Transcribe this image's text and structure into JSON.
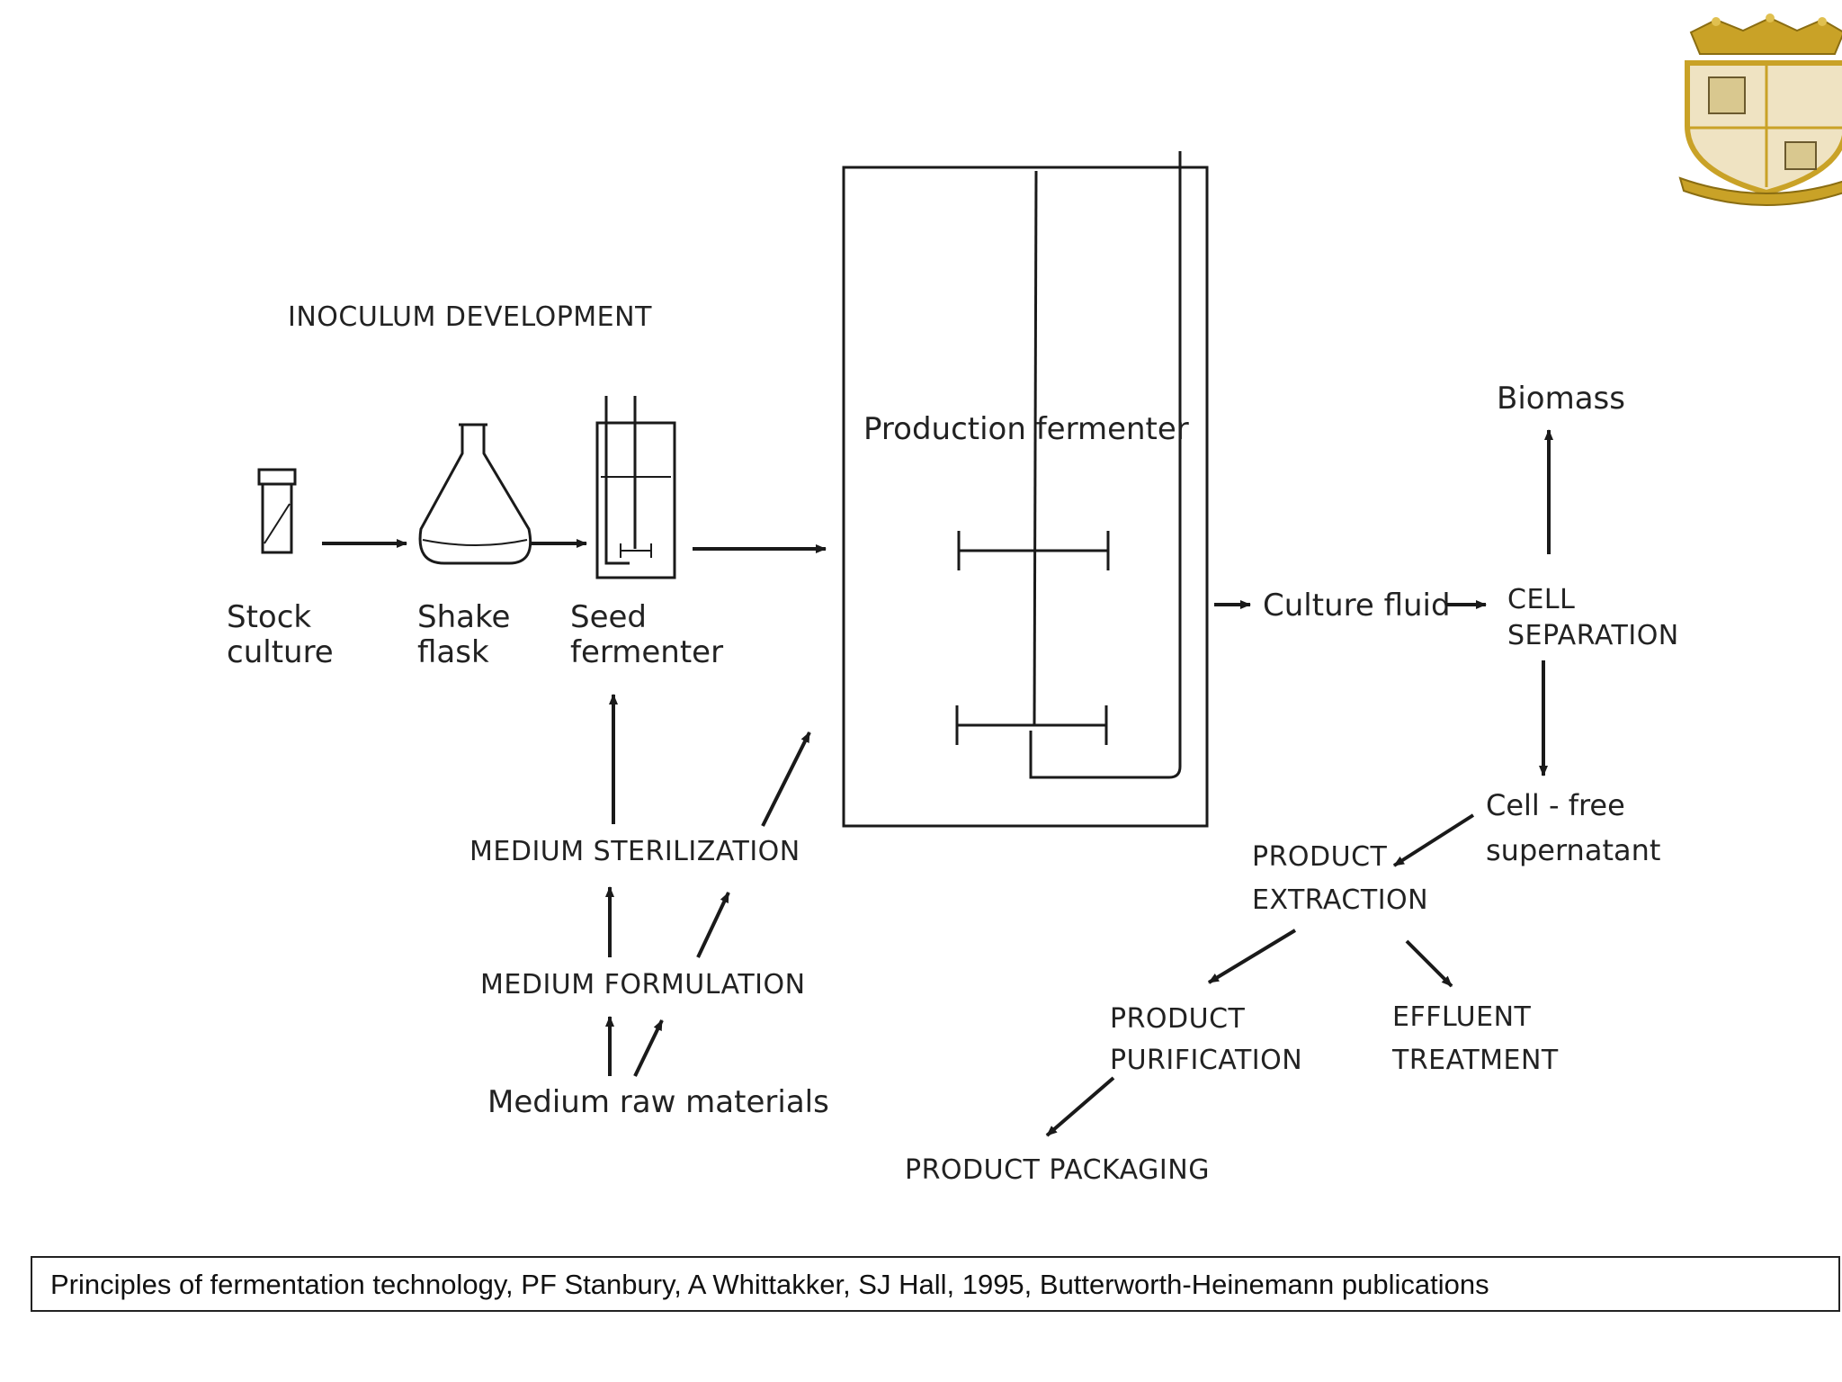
{
  "diagram": {
    "title": "INOCULUM DEVELOPMENT",
    "stock_culture": [
      "Stock",
      "culture"
    ],
    "shake_flask": [
      "Shake",
      "flask"
    ],
    "seed_fermenter": [
      "Seed",
      "fermenter"
    ],
    "production_fermenter": "Production fermenter",
    "culture_fluid": "Culture fluid",
    "cell_separation": [
      "CELL",
      "SEPARATION"
    ],
    "biomass": "Biomass",
    "cell_free": [
      "Cell - free",
      "supernatant"
    ],
    "product_extraction": [
      "PRODUCT",
      "EXTRACTION"
    ],
    "product_purification": [
      "PRODUCT",
      "PURIFICATION"
    ],
    "effluent_treatment": [
      "EFFLUENT",
      "TREATMENT"
    ],
    "product_packaging": "PRODUCT PACKAGING",
    "medium_sterilization": "MEDIUM STERILIZATION",
    "medium_formulation": "MEDIUM FORMULATION",
    "medium_raw_materials": "Medium raw materials"
  },
  "caption": "Principles of fermentation technology, PF Stanbury, A Whittakker, SJ Hall, 1995, Butterworth-Heinemann publications",
  "logo": {
    "name": "college-crest",
    "colors": {
      "gold": "#c9a227",
      "crest": "#efe3c2",
      "dark": "#6b5a2e"
    }
  }
}
